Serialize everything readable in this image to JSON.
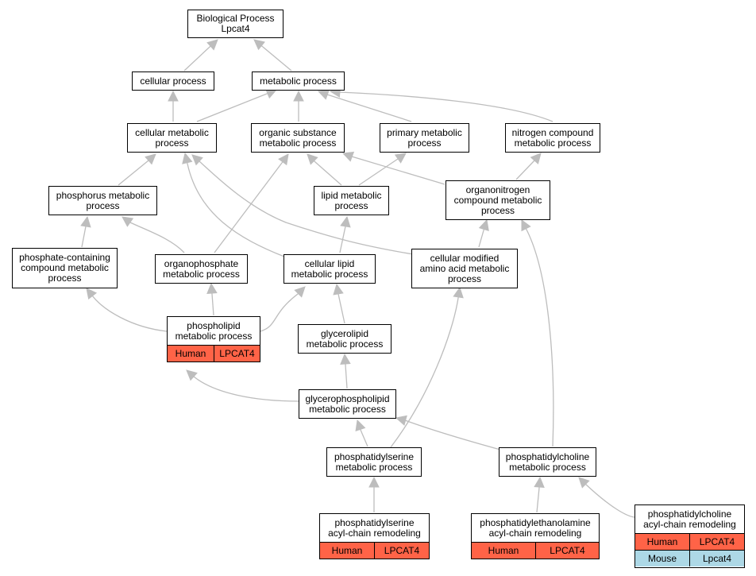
{
  "colors": {
    "human": "#FF6347",
    "mouse": "#ADD8E6",
    "edge": "#BDBDBD"
  },
  "nodes": {
    "bp": {
      "label": "Biological Process\nLpcat4"
    },
    "cellular_process": {
      "label": "cellular process"
    },
    "metabolic_process": {
      "label": "metabolic process"
    },
    "cellular_metabolic": {
      "label": "cellular metabolic\nprocess"
    },
    "organic_substance": {
      "label": "organic substance\nmetabolic process"
    },
    "primary_metabolic": {
      "label": "primary metabolic\nprocess"
    },
    "nitrogen_compound": {
      "label": "nitrogen compound\nmetabolic process"
    },
    "phosphorus_metabolic": {
      "label": "phosphorus metabolic\nprocess"
    },
    "lipid_metabolic": {
      "label": "lipid metabolic\nprocess"
    },
    "organonitrogen": {
      "label": "organonitrogen\ncompound metabolic\nprocess"
    },
    "phosphate_containing": {
      "label": "phosphate-containing\ncompound metabolic\nprocess"
    },
    "organophosphate": {
      "label": "organophosphate\nmetabolic process"
    },
    "cellular_lipid": {
      "label": "cellular lipid\nmetabolic process"
    },
    "cellular_modified": {
      "label": "cellular modified\namino acid metabolic\nprocess"
    },
    "phospholipid": {
      "label": "phospholipid\nmetabolic process",
      "species": "Human",
      "gene": "LPCAT4"
    },
    "glycerolipid": {
      "label": "glycerolipid\nmetabolic process"
    },
    "glycerophospholipid": {
      "label": "glycerophospholipid\nmetabolic process"
    },
    "ps_metabolic": {
      "label": "phosphatidylserine\nmetabolic process"
    },
    "pc_metabolic": {
      "label": "phosphatidylcholine\nmetabolic process"
    },
    "ps_remodel": {
      "label": "phosphatidylserine\nacyl-chain remodeling",
      "species": "Human",
      "gene": "LPCAT4"
    },
    "pe_remodel": {
      "label": "phosphatidylethanolamine\nacyl-chain remodeling",
      "species": "Human",
      "gene": "LPCAT4"
    },
    "pc_remodel": {
      "label": "phosphatidylcholine\nacyl-chain remodeling",
      "species": "Human",
      "gene": "LPCAT4",
      "species2": "Mouse",
      "gene2": "Lpcat4"
    }
  }
}
